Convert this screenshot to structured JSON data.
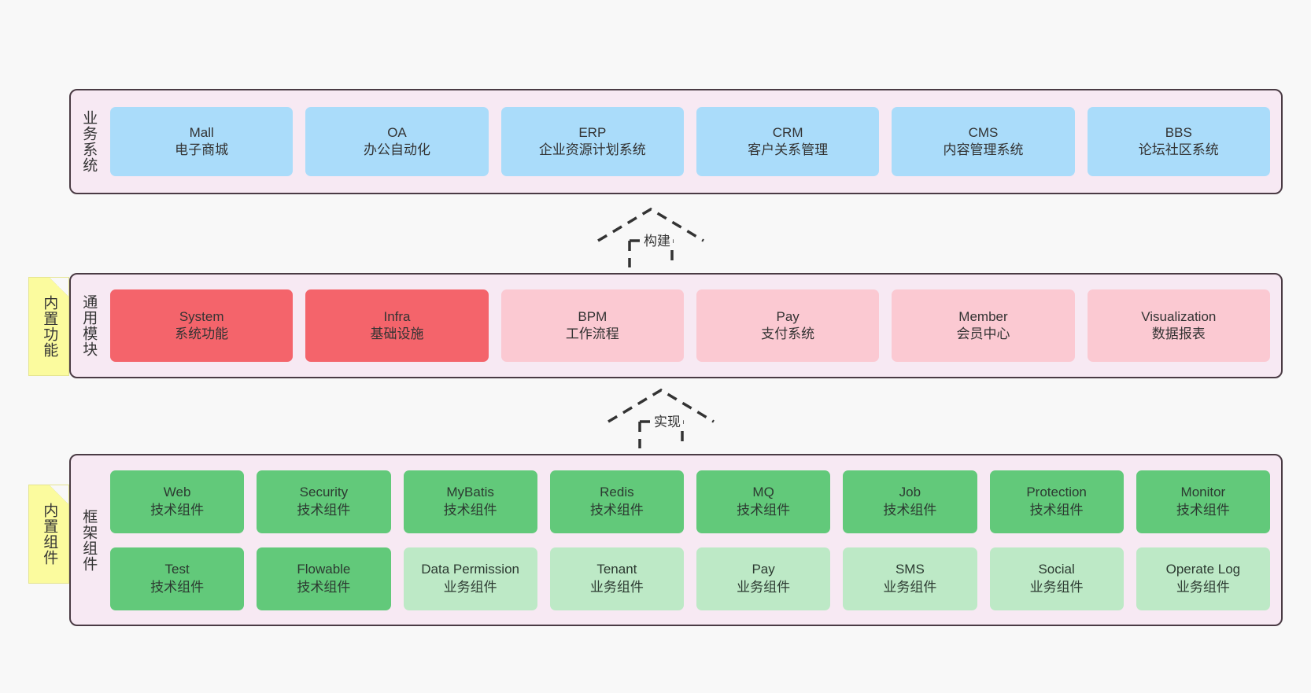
{
  "diagram": {
    "background_color": "#f8f8f8",
    "panel_color": "#f7e9f3",
    "panel_border_color": "#4a3b44"
  },
  "layers": [
    {
      "id": "business-systems",
      "title": "业务系统",
      "cards": [
        {
          "en": "Mall",
          "cn": "电子商城",
          "color": "#aadcfa"
        },
        {
          "en": "OA",
          "cn": "办公自动化",
          "color": "#aadcfa"
        },
        {
          "en": "ERP",
          "cn": "企业资源计划系统",
          "color": "#aadcfa"
        },
        {
          "en": "CRM",
          "cn": "客户关系管理",
          "color": "#aadcfa"
        },
        {
          "en": "CMS",
          "cn": "内容管理系统",
          "color": "#aadcfa"
        },
        {
          "en": "BBS",
          "cn": "论坛社区系统",
          "color": "#aadcfa"
        }
      ]
    },
    {
      "id": "common-modules",
      "title": "通用模块",
      "sticky": "内置功能",
      "cards": [
        {
          "en": "System",
          "cn": "系统功能",
          "color": "#f4646b"
        },
        {
          "en": "Infra",
          "cn": "基础设施",
          "color": "#f4646b"
        },
        {
          "en": "BPM",
          "cn": "工作流程",
          "color": "#fbc9d2"
        },
        {
          "en": "Pay",
          "cn": "支付系统",
          "color": "#fbc9d2"
        },
        {
          "en": "Member",
          "cn": "会员中心",
          "color": "#fbc9d2"
        },
        {
          "en": "Visualization",
          "cn": "数据报表",
          "color": "#fbc9d2"
        }
      ]
    },
    {
      "id": "framework-components",
      "title": "框架组件",
      "sticky": "内置组件",
      "rows": [
        [
          {
            "en": "Web",
            "cn": "技术组件",
            "color": "#62c97a"
          },
          {
            "en": "Security",
            "cn": "技术组件",
            "color": "#62c97a"
          },
          {
            "en": "MyBatis",
            "cn": "技术组件",
            "color": "#62c97a"
          },
          {
            "en": "Redis",
            "cn": "技术组件",
            "color": "#62c97a"
          },
          {
            "en": "MQ",
            "cn": "技术组件",
            "color": "#62c97a"
          },
          {
            "en": "Job",
            "cn": "技术组件",
            "color": "#62c97a"
          },
          {
            "en": "Protection",
            "cn": "技术组件",
            "color": "#62c97a"
          },
          {
            "en": "Monitor",
            "cn": "技术组件",
            "color": "#62c97a"
          }
        ],
        [
          {
            "en": "Test",
            "cn": "技术组件",
            "color": "#62c97a"
          },
          {
            "en": "Flowable",
            "cn": "技术组件",
            "color": "#62c97a"
          },
          {
            "en": "Data Permission",
            "cn": "业务组件",
            "color": "#bde9c6"
          },
          {
            "en": "Tenant",
            "cn": "业务组件",
            "color": "#bde9c6"
          },
          {
            "en": "Pay",
            "cn": "业务组件",
            "color": "#bde9c6"
          },
          {
            "en": "SMS",
            "cn": "业务组件",
            "color": "#bde9c6"
          },
          {
            "en": "Social",
            "cn": "业务组件",
            "color": "#bde9c6"
          },
          {
            "en": "Operate Log",
            "cn": "业务组件",
            "color": "#bde9c6"
          }
        ]
      ]
    }
  ],
  "arrows": [
    {
      "id": "build",
      "label": "构建"
    },
    {
      "id": "implement",
      "label": "实现"
    }
  ]
}
